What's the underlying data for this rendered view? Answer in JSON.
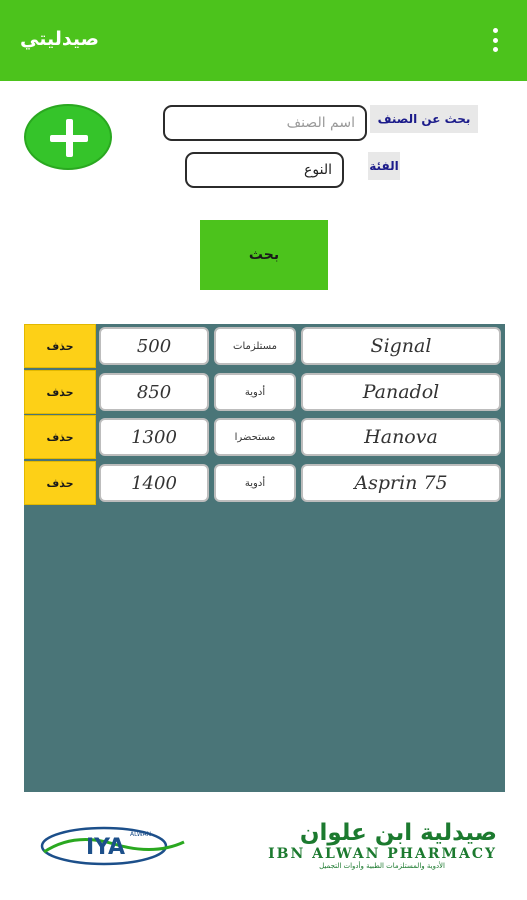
{
  "appbar": {
    "title": "صيدليتي",
    "menu_icon": "more-vert-icon",
    "color": "#4cc31c"
  },
  "search": {
    "item_label": "بحث عن الصنف",
    "item_placeholder": "اسم الصنف",
    "item_value": "",
    "category_label": "الفئة",
    "category_value": "النوع",
    "search_button": "بحث",
    "add_icon": "plus-icon"
  },
  "items": [
    {
      "delete_label": "حذف",
      "price": "500",
      "category": "مستلزمات",
      "name": "Signal"
    },
    {
      "delete_label": "حذف",
      "price": "850",
      "category": "أدوية",
      "name": "Panadol"
    },
    {
      "delete_label": "حذف",
      "price": "1300",
      "category": "مستحضرا",
      "name": "Hanova"
    },
    {
      "delete_label": "حذف",
      "price": "1400",
      "category": "أدوية",
      "name": "Asprin 75"
    }
  ],
  "banner": {
    "arabic_name": "صيدلية ابن علوان",
    "english_name": "IBN ALWAN PHARMACY",
    "subtitle": "الأدوية والمستلزمات الطبية وأدوات التجميل",
    "logo_text": "IYA",
    "logo_small": "ALWAN"
  },
  "colors": {
    "green": "#4cc31c",
    "list_bg": "#4a7578",
    "delete_bg": "#fdd017",
    "banner_green": "#1c7a2f"
  }
}
